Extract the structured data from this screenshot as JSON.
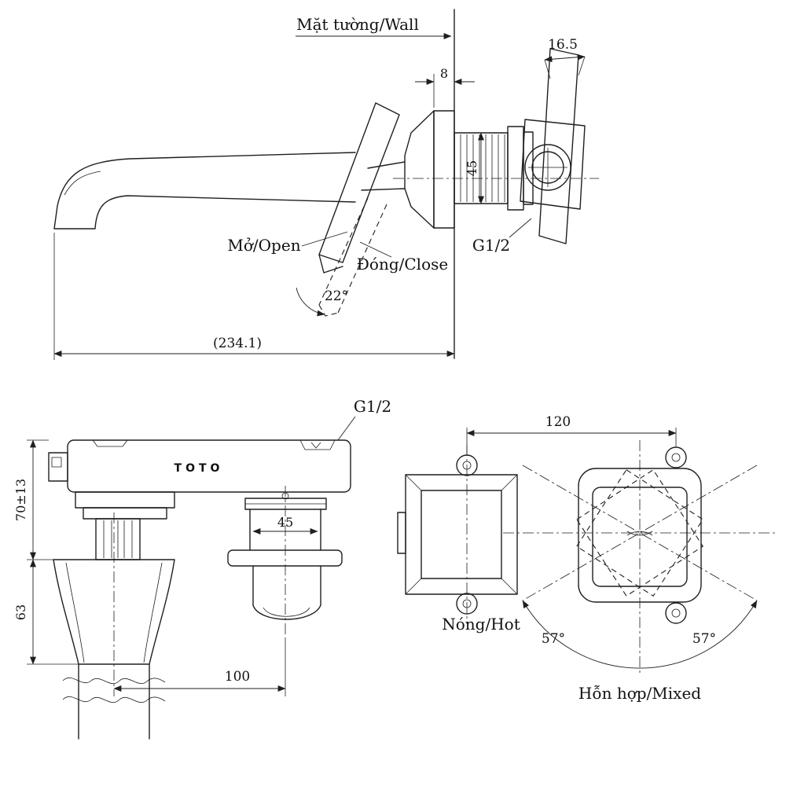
{
  "diagram": {
    "side_view": {
      "wall_label": "Mặt tường/Wall",
      "dim_wall_offset": "8",
      "dim_body_height": "45",
      "dim_handle_depth": "16.5",
      "open_label": "Mở/Open",
      "close_label": "Đóng/Close",
      "open_angle": "22°",
      "dim_total_length": "(234.1)",
      "thread_label": "G1/2"
    },
    "front_view": {
      "thread_label": "G1/2",
      "brand": "TOTO",
      "dim_mount_height": "70±13",
      "dim_handle_height": "63",
      "dim_spout_dia": "45",
      "dim_center_spacing": "100"
    },
    "plan_view": {
      "dim_valve_spacing": "120",
      "hot_label": "Nóng/Hot",
      "mixed_label": "Hỗn hợp/Mixed",
      "swing_angle_left": "57°",
      "swing_angle_right": "57°"
    }
  }
}
